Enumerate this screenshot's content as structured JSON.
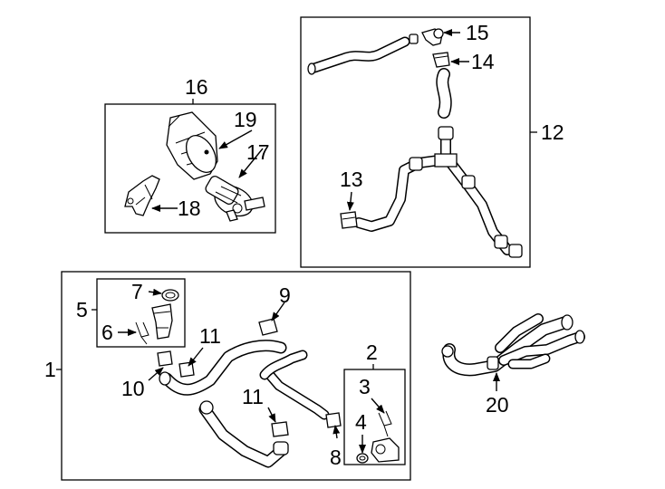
{
  "labels": {
    "l1": "1",
    "l2": "2",
    "l3": "3",
    "l4": "4",
    "l5": "5",
    "l6": "6",
    "l7": "7",
    "l8": "8",
    "l9": "9",
    "l10": "10",
    "l11a": "11",
    "l11b": "11",
    "l12": "12",
    "l13": "13",
    "l14": "14",
    "l15": "15",
    "l16": "16",
    "l17": "17",
    "l18": "18",
    "l19": "19",
    "l20": "20"
  }
}
